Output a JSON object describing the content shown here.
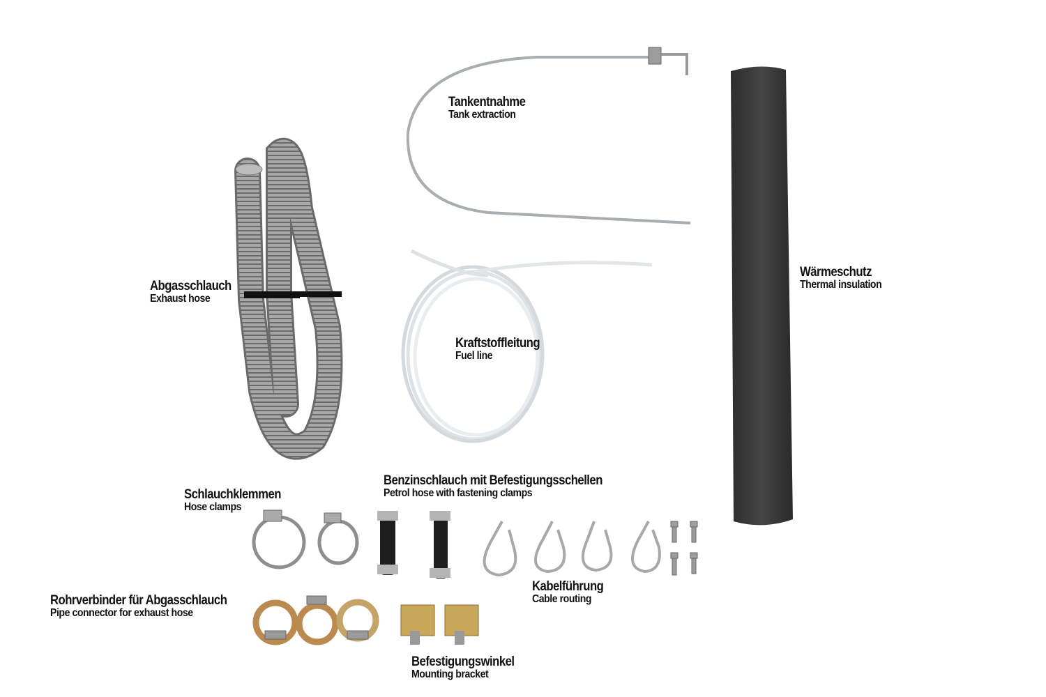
{
  "image": {
    "description": "Product photo of heater installation kit parts with bilingual German/English labels",
    "background": "#ffffff"
  },
  "labels": {
    "tank_extraction": {
      "de": "Tankentnahme",
      "en": "Tank extraction"
    },
    "exhaust_hose": {
      "de": "Abgasschlauch",
      "en": "Exhaust hose"
    },
    "thermal_insulation": {
      "de": "Wärmeschutz",
      "en": "Thermal insulation"
    },
    "fuel_line": {
      "de": "Kraftstoffleitung",
      "en": "Fuel line"
    },
    "hose_clamps": {
      "de": "Schlauchklemmen",
      "en": "Hose clamps"
    },
    "petrol_hose": {
      "de": "Benzinschlauch mit Befestigungsschellen",
      "en": "Petrol hose with fastening clamps"
    },
    "cable_routing": {
      "de": "Kabelführung",
      "en": "Cable routing"
    },
    "pipe_connector": {
      "de": "Rohrverbinder für Abgasschlauch",
      "en": "Pipe connector for exhaust hose"
    },
    "mounting_bracket": {
      "de": "Befestigungswinkel",
      "en": "Mounting bracket"
    }
  },
  "colors": {
    "metal": "#9a9a9a",
    "metal_dark": "#6e6e6e",
    "insulation": "#3a3a3a",
    "fuel_line": "#e4e8ea",
    "brass": "#c08a4a",
    "rubber": "#222222"
  }
}
